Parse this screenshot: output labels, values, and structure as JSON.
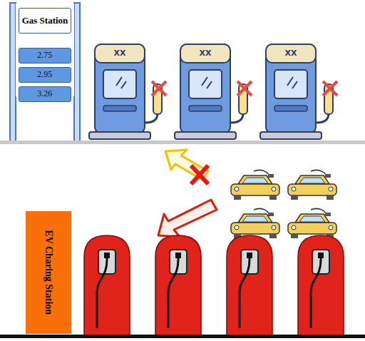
{
  "diagram": {
    "nodes": [
      {
        "text": [
          "Gas Station"
        ]
      },
      {
        "text": [
          "2.75"
        ],
        "in": 0
      },
      {
        "text": [
          "2.95"
        ],
        "in": 0
      },
      {
        "text": [
          "3.26"
        ],
        "in": 0
      },
      {
        "text": [
          "XX"
        ]
      },
      {
        "text": [
          "XX"
        ]
      },
      {
        "text": [
          "XX"
        ]
      },
      {
        "text": [
          "EV Charing Station"
        ]
      }
    ],
    "edges": []
  }
}
